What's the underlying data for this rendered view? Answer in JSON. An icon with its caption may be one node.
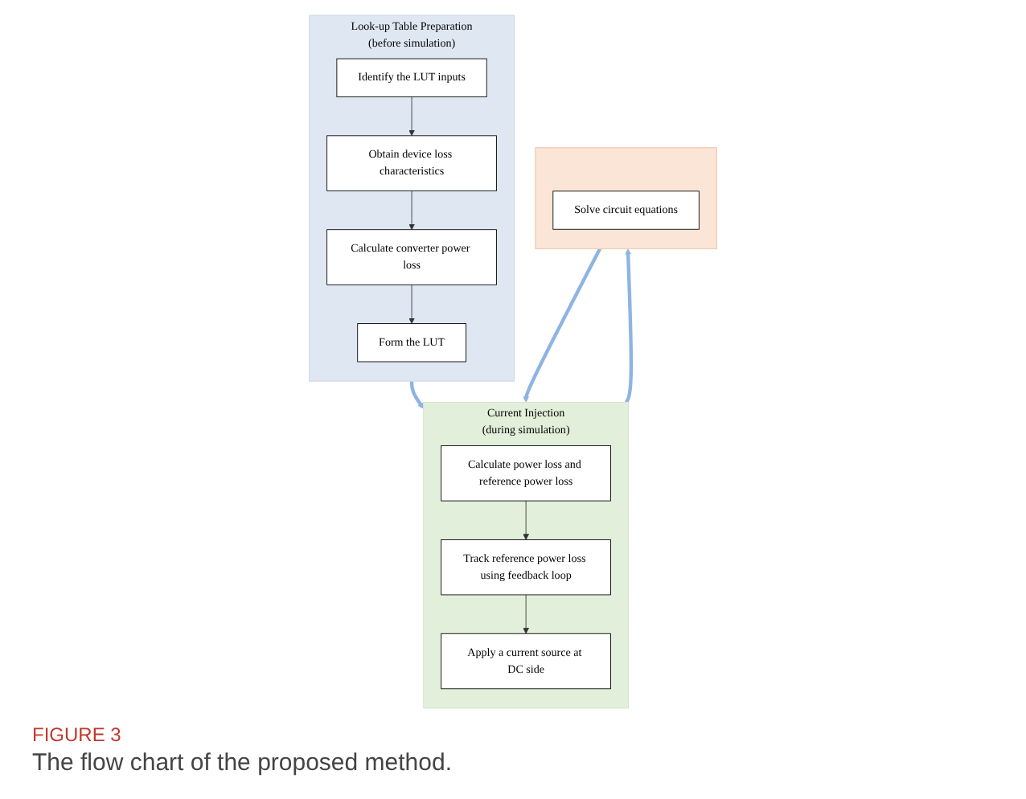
{
  "diagram": {
    "caption": "The flow chart of the proposed method.",
    "nodes": [
      {
        "text": [
          "Look-up Table Preparation",
          "(before simulation)"
        ]
      },
      {
        "text": [
          "Identify the LUT inputs"
        ],
        "in": 0
      },
      {
        "text": [
          "Obtain device loss characteristics"
        ],
        "in": 0
      },
      {
        "text": [
          "Calculate converter power loss"
        ],
        "in": 0
      },
      {
        "text": [
          "Form the LUT"
        ],
        "in": 0
      },
      {
        "text": [
          "Current Injection",
          "(during simulation)"
        ]
      },
      {
        "text": [
          "Calculate power loss and reference power loss"
        ],
        "in": 5
      },
      {
        "text": [
          "Track reference power loss using feedback loop"
        ],
        "in": 5
      },
      {
        "text": [
          "Apply a current source at DC side"
        ],
        "in": 5
      },
      {
        "text": [],
        "shape": "box"
      },
      {
        "text": [
          "Solve circuit equations"
        ],
        "in": 9
      }
    ],
    "edges": [
      {
        "from": 1,
        "to": 2,
        "arrow": "to"
      },
      {
        "from": 2,
        "to": 3,
        "arrow": "to"
      },
      {
        "from": 3,
        "to": 4,
        "arrow": "to"
      },
      {
        "from": 0,
        "to": 5,
        "arrow": "to",
        "style": "thick",
        "color": "#8fb4e3"
      },
      {
        "from": 6,
        "to": 7,
        "arrow": "to"
      },
      {
        "from": 7,
        "to": 8,
        "arrow": "to"
      },
      {
        "from": 9,
        "to": 5,
        "arrow": "to",
        "style": "thick",
        "color": "#8fb4e3"
      },
      {
        "from": 5,
        "to": 9,
        "arrow": "to",
        "style": "thick",
        "color": "#8fb4e3"
      }
    ],
    "labels": [
      "FIGURE 3"
    ]
  }
}
